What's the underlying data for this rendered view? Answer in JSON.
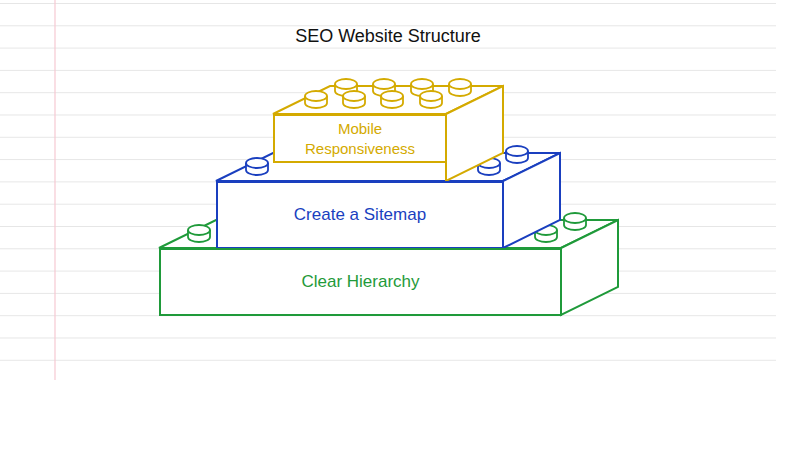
{
  "diagram": {
    "title": "SEO Website Structure",
    "nodes": [
      {
        "text": [
          "Mobile Responsiveness"
        ]
      },
      {
        "text": [
          "Create a Sitemap"
        ]
      },
      {
        "text": [
          "Clear Hierarchy"
        ]
      }
    ]
  }
}
